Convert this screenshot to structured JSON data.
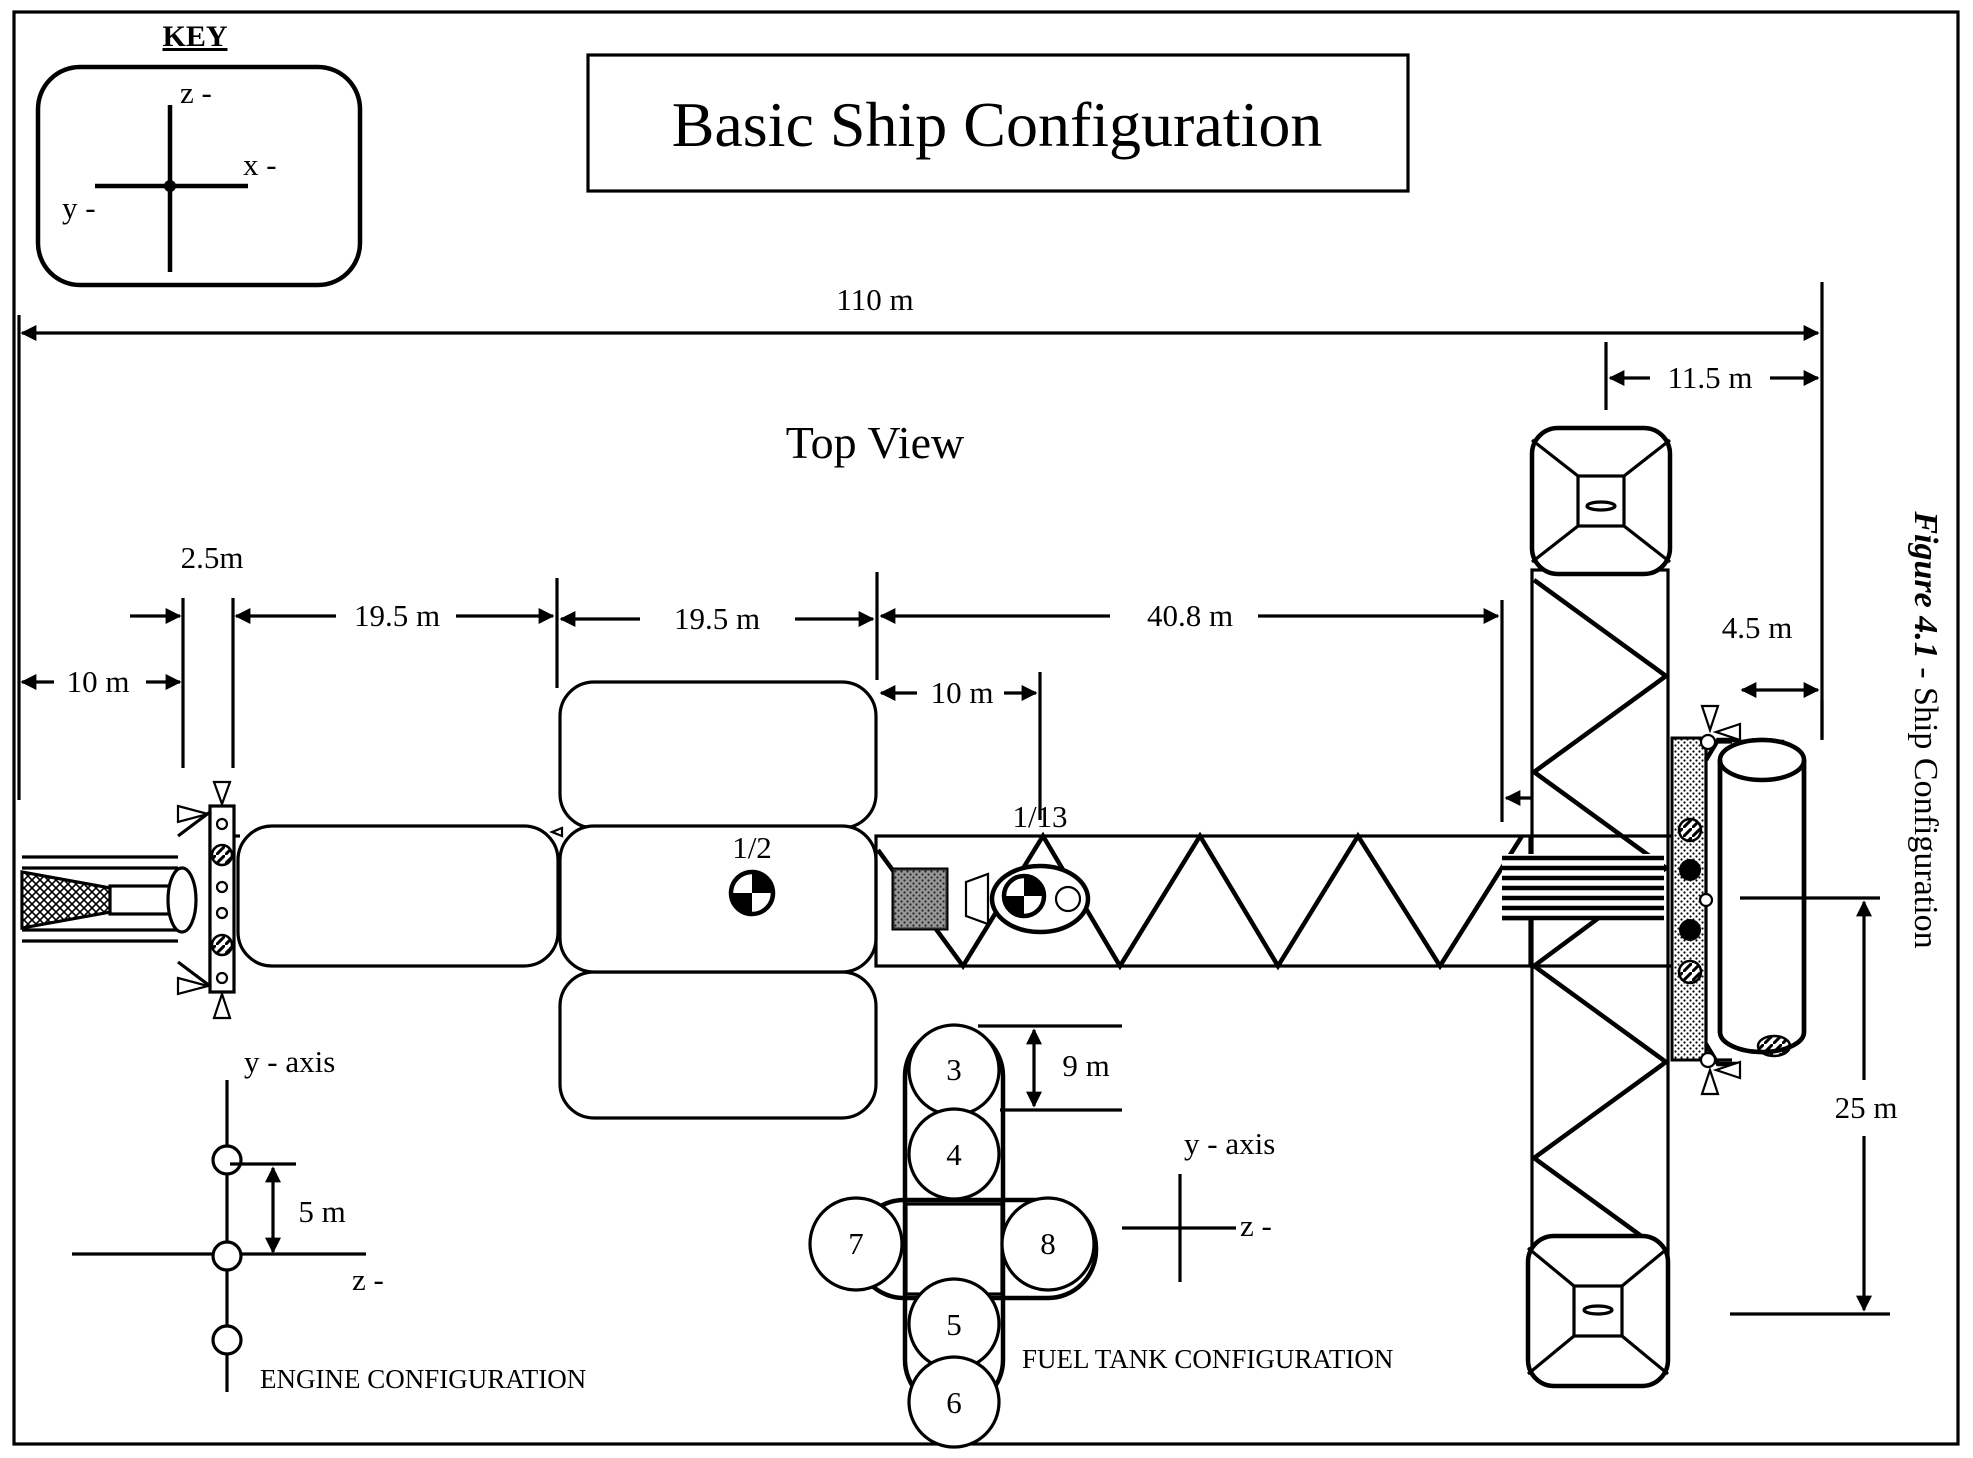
{
  "title": "Basic Ship Configuration",
  "key": {
    "heading": "KEY",
    "z_label": "z -",
    "x_label": "x -",
    "y_label": "y -"
  },
  "view_label": "Top View",
  "figure_caption": {
    "figure_number": "Figure 4.1",
    "separator": " - ",
    "text": "Ship Configuration"
  },
  "dimensions": {
    "overall_length": "110 m",
    "habitat_offset": "11.5 m",
    "engine_setback": "10 m",
    "engine_mount": "2.5m",
    "tank_section_1": "19.5 m",
    "tank_section_2": "19.5 m",
    "truss_length": "40.8 m",
    "cg_offset": "10 m",
    "hab_cylinder": "4.5 m",
    "habitat_span": "25 m",
    "tank_diameter": "9 m",
    "engine_spacing": "5 m"
  },
  "center_of_mass_markers": [
    "1/2",
    "1/13"
  ],
  "engine_configuration": {
    "axis_y": "y - axis",
    "axis_z": "z -",
    "spacing_label": "5 m",
    "caption": "ENGINE CONFIGURATION"
  },
  "fuel_tank_configuration": {
    "axis_y": "y - axis",
    "axis_z": "z -",
    "tanks": [
      "3",
      "4",
      "5",
      "6",
      "7",
      "8"
    ],
    "caption": "FUEL TANK CONFIGURATION"
  }
}
